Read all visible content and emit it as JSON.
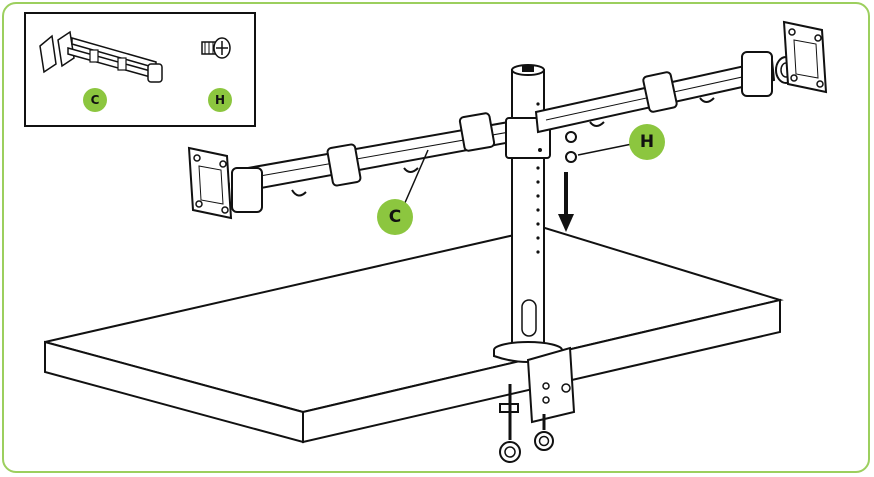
{
  "colors": {
    "border": "#9ccf5e",
    "callout": "#8cc63f",
    "line": "#111111"
  },
  "icons": [
    "mounting-arm-assembly-icon",
    "screw-icon",
    "monitor-plate-icon",
    "grommet-clamp-icon",
    "down-arrow-icon"
  ],
  "inset": {
    "part_c_label": "C",
    "part_h_label": "H"
  },
  "callouts": {
    "screw_label": "H",
    "arm_label": "C"
  }
}
